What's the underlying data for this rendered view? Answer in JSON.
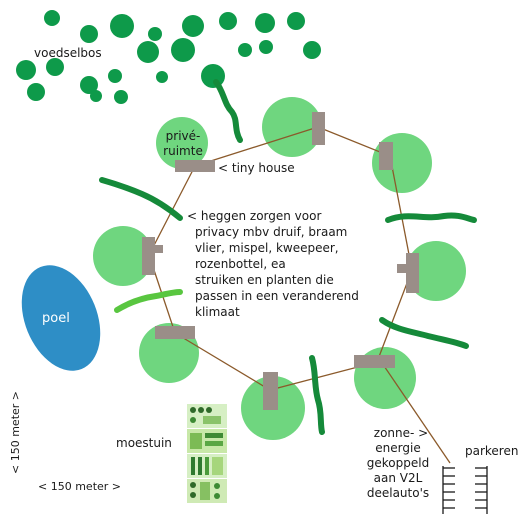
{
  "labels": {
    "voedselbos": "voedselbos",
    "prive_line1": "privé-",
    "prive_line2": "ruimte",
    "tiny_house": "< tiny house",
    "hedges": [
      "< heggen zorgen voor",
      "privacy mbv druif, braam",
      "vlier, mispel, kweepeer,",
      "rozenbottel, ea",
      "struiken en planten die",
      "passen in een veranderend",
      "klimaat"
    ],
    "poel": "poel",
    "moestuin": "moestuin",
    "energy": [
      "zonne- >",
      "energie",
      "gekoppeld",
      "aan V2L",
      "deelauto's"
    ],
    "parkeren": "parkeren",
    "width_scale": "< 150 meter >",
    "height_scale": "< 150 meter >"
  },
  "colors": {
    "dark_green": "#0e9a4a",
    "light_green": "#6fd67f",
    "hedge_dark": "#158a3a",
    "hedge_light": "#59c640",
    "pond_blue": "#2e8ec6",
    "house_gray": "#9a8e88",
    "path_brown": "#8b5a2b",
    "text": "#1a1a1a"
  }
}
